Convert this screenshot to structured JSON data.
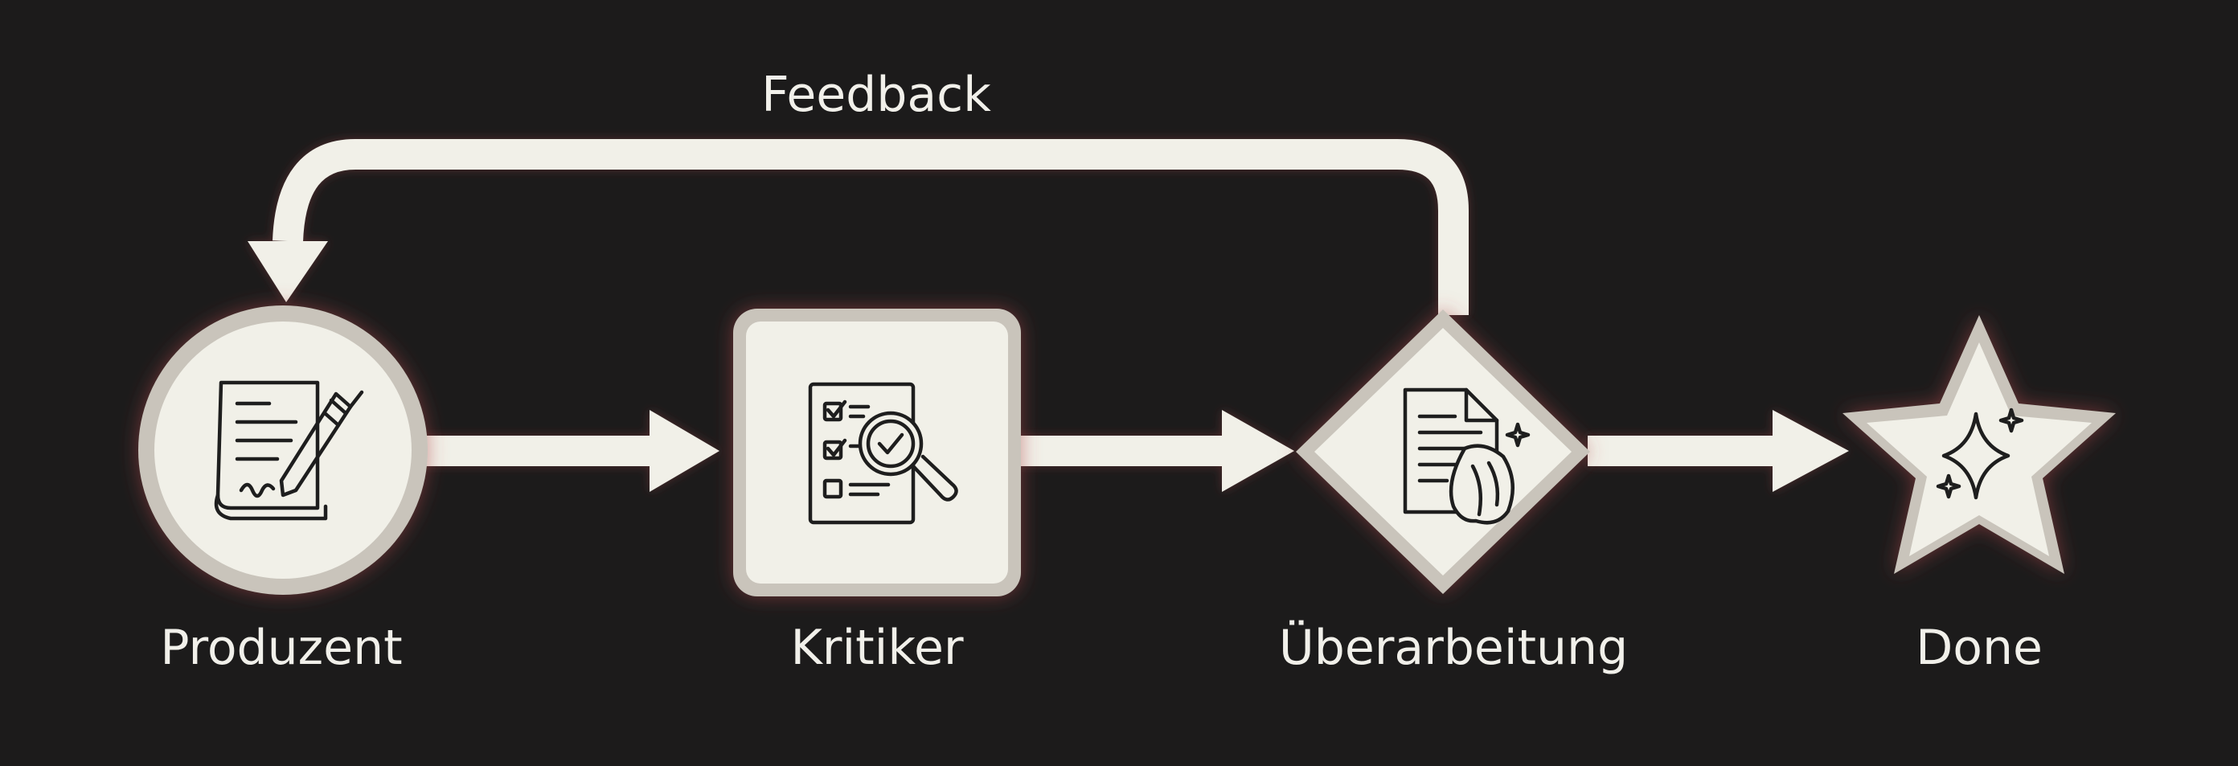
{
  "diagram": {
    "nodes": [
      {
        "id": "producer",
        "label": "Produzent",
        "shape": "circle",
        "icon": "document-pen-icon"
      },
      {
        "id": "critic",
        "label": "Kritiker",
        "shape": "rounded-square",
        "icon": "checklist-magnifier-icon"
      },
      {
        "id": "revision",
        "label": "Überarbeitung",
        "shape": "diamond",
        "icon": "document-polish-icon"
      },
      {
        "id": "done",
        "label": "Done",
        "shape": "star",
        "icon": "sparkles-icon"
      }
    ],
    "edges": [
      {
        "from": "producer",
        "to": "critic"
      },
      {
        "from": "critic",
        "to": "revision"
      },
      {
        "from": "revision",
        "to": "done"
      },
      {
        "from": "revision",
        "to": "producer",
        "label": "Feedback"
      }
    ]
  },
  "colors": {
    "background": "#1c1b1b",
    "shape_fill": "#f1f0e8",
    "shape_border": "#c9c4bb",
    "glow": "#b0474a",
    "text": "#f1f0ea",
    "icon_stroke": "#1e1e1e"
  }
}
